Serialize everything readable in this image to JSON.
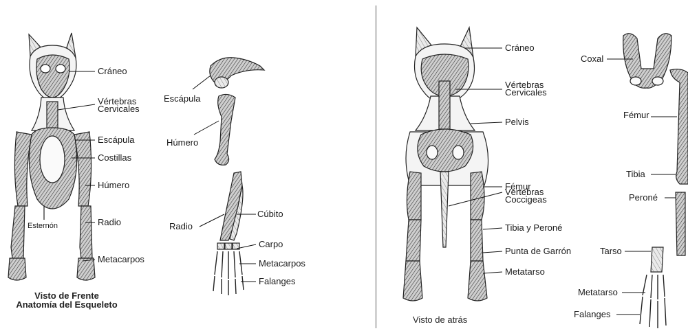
{
  "front_view": {
    "labels": {
      "craneo": "Cráneo",
      "vertebras_cervicales": [
        "Vértebras",
        "Cervicales"
      ],
      "escapula": "Escápula",
      "costillas": "Costillas",
      "humero": "Húmero",
      "radio": "Radio",
      "esternon": "Esternón",
      "metacarpos": "Metacarpos"
    },
    "caption": [
      "Visto de Frente",
      "Anatomía del Esqueleto"
    ]
  },
  "foreleg_detail": {
    "labels": {
      "escapula": "Escápula",
      "humero": "Húmero",
      "radio": "Radio",
      "cubito": "Cúbito",
      "carpo": "Carpo",
      "metacarpos": "Metacarpos",
      "falanges": "Falanges"
    }
  },
  "rear_view": {
    "labels": {
      "craneo": "Cráneo",
      "vertebras_cervicales": [
        "Vértebras",
        "Cervicales"
      ],
      "pelvis": "Pelvis",
      "femur": "Fémur",
      "vertebras_coccigeas": [
        "Vértebras",
        "Coccigeas"
      ],
      "tibia_perone": "Tibia y Peroné",
      "punta_garron": "Punta de Garrón",
      "metatarso": "Metatarso"
    },
    "caption": "Visto de atrás"
  },
  "hindleg_detail": {
    "labels": {
      "coxal": "Coxal",
      "femur": "Fémur",
      "tibia": "Tibia",
      "perone": "Peroné",
      "tarso": "Tarso",
      "metatarso": "Metatarso",
      "falanges": "Falanges"
    }
  },
  "colors": {
    "ink": "#1a1a1a",
    "bone": "#3a3a3a",
    "bone_light": "#cfcfcf"
  }
}
